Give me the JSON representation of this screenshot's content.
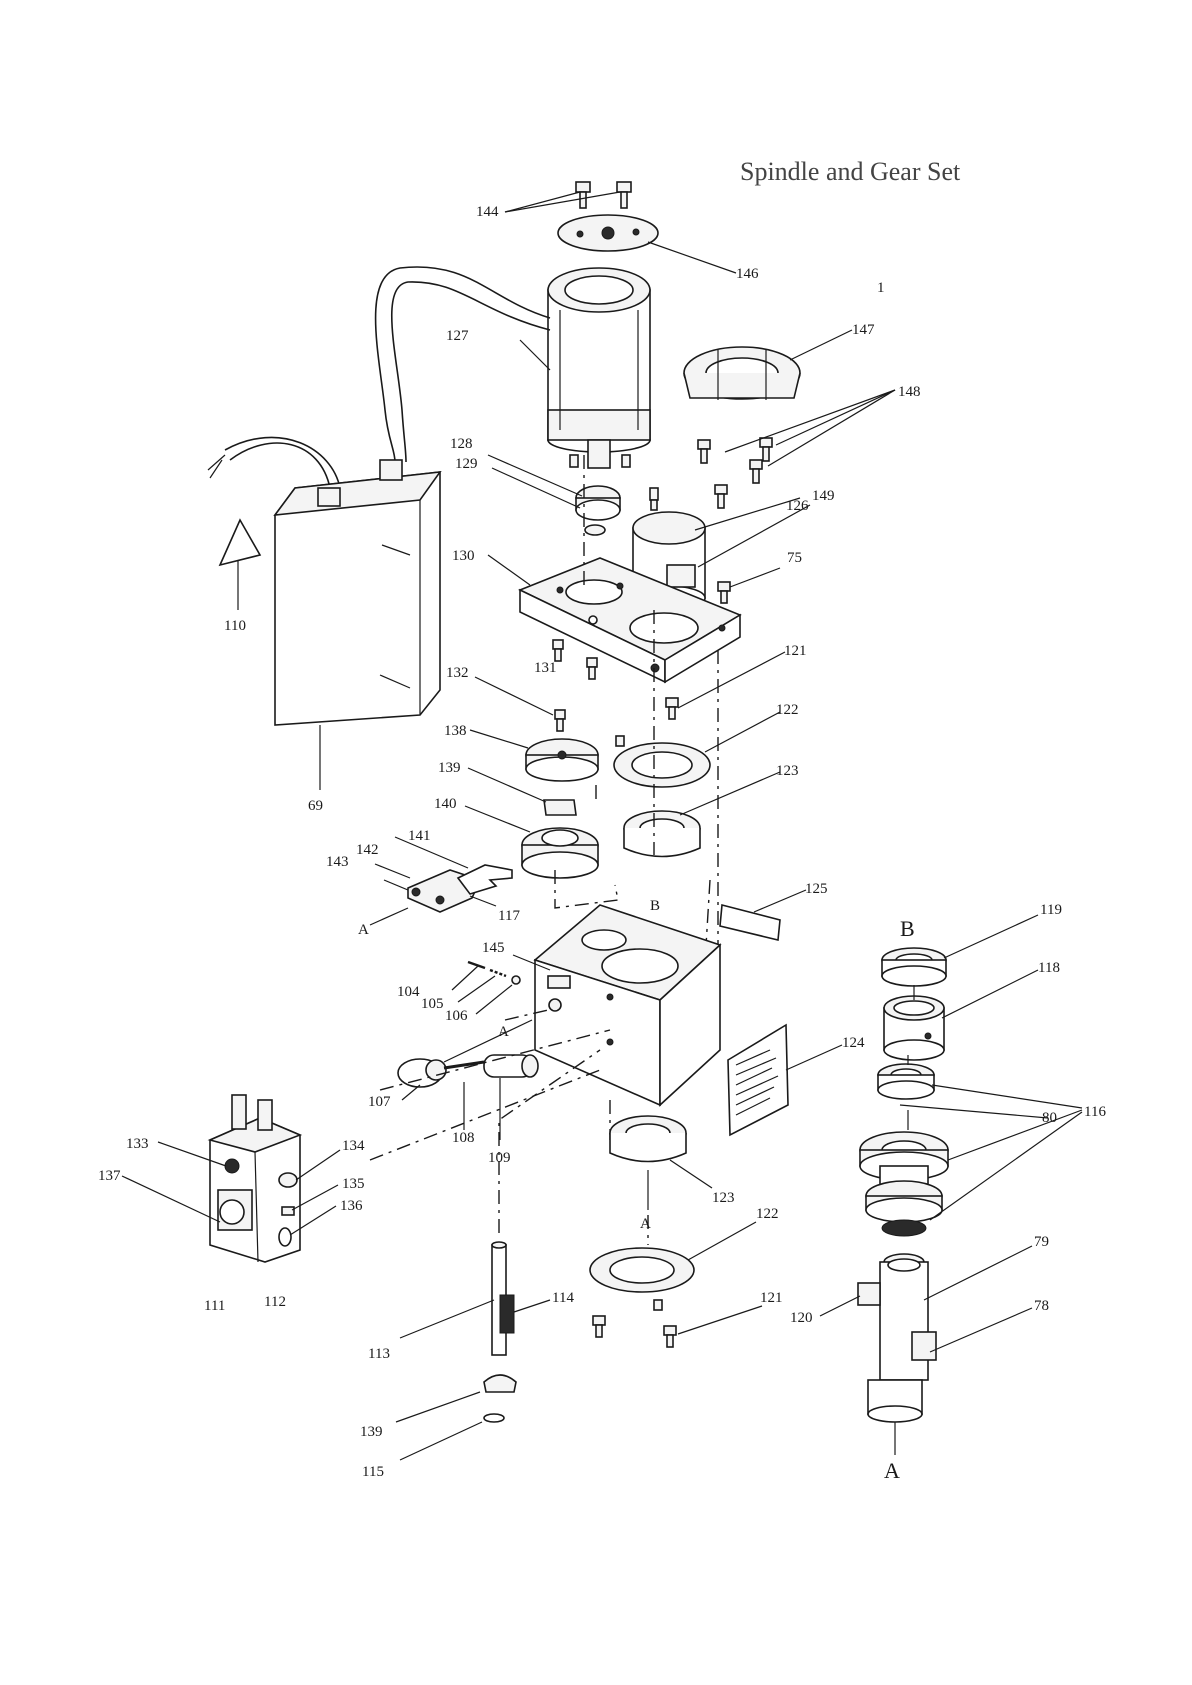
{
  "header": {
    "title_fragment": "Spindle and Gear Set"
  },
  "labels": {
    "p144": "144",
    "p146": "146",
    "p127": "127",
    "p147": "147",
    "p148": "148",
    "p128": "128",
    "p129": "129",
    "p126": "126",
    "p149": "149",
    "p75": "75",
    "p130": "130",
    "p110": "110",
    "p69": "69",
    "p121a": "121",
    "p132": "132",
    "p131": "131",
    "p122a": "122",
    "p138": "138",
    "p139a": "139",
    "p123a": "123",
    "p140": "140",
    "p141": "141",
    "p142": "142",
    "p143": "143",
    "p117": "117",
    "pA1": "A",
    "pB1": "B",
    "p125": "125",
    "p145": "145",
    "p104": "104",
    "p105": "105",
    "p106": "106",
    "pA2": "A",
    "p124": "124",
    "p107": "107",
    "p108": "108",
    "p109": "109",
    "p133": "133",
    "p137": "137",
    "p134": "134",
    "p135": "135",
    "p136": "136",
    "p111": "111",
    "p112": "112",
    "p123b": "123",
    "pA3": "A",
    "p122b": "122",
    "p114": "114",
    "p121b": "121",
    "p113": "113",
    "p139b": "139",
    "p115": "115",
    "pB2": "B",
    "p119": "119",
    "p118": "118",
    "p116": "116",
    "p80": "80",
    "p79": "79",
    "p78": "78",
    "p120": "120",
    "pA4": "A",
    "page_mark": "1"
  }
}
